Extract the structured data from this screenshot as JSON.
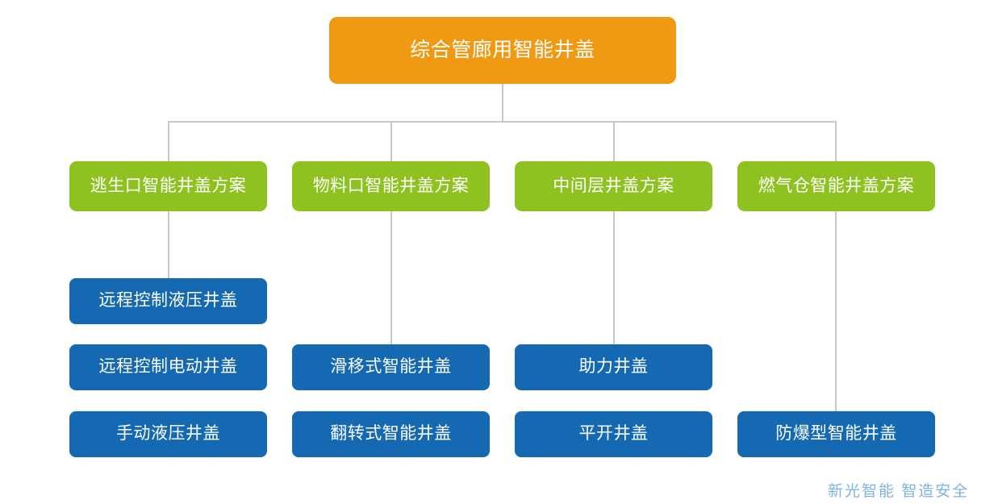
{
  "diagram": {
    "type": "org-chart",
    "root": {
      "label": "综合管廊用智能井盖",
      "color": "#F09A13"
    },
    "branch_color": "#8DC220",
    "leaf_color": "#1569B2",
    "connector_color": "#c9c9c9",
    "branches": [
      {
        "label": "逃生口智能井盖方案",
        "leaves": [
          {
            "label": "远程控制液压井盖"
          },
          {
            "label": "远程控制电动井盖"
          },
          {
            "label": "手动液压井盖"
          }
        ]
      },
      {
        "label": "物料口智能井盖方案",
        "leaves": [
          {
            "label": "滑移式智能井盖"
          },
          {
            "label": "翻转式智能井盖"
          }
        ]
      },
      {
        "label": "中间层井盖方案",
        "leaves": [
          {
            "label": "助力井盖"
          },
          {
            "label": "平开井盖"
          }
        ]
      },
      {
        "label": "燃气仓智能井盖方案",
        "leaves": [
          {
            "label": "防爆型智能井盖"
          }
        ]
      }
    ]
  },
  "watermark": {
    "text": "新光智能 智造安全",
    "color": "#7FB3E3"
  }
}
